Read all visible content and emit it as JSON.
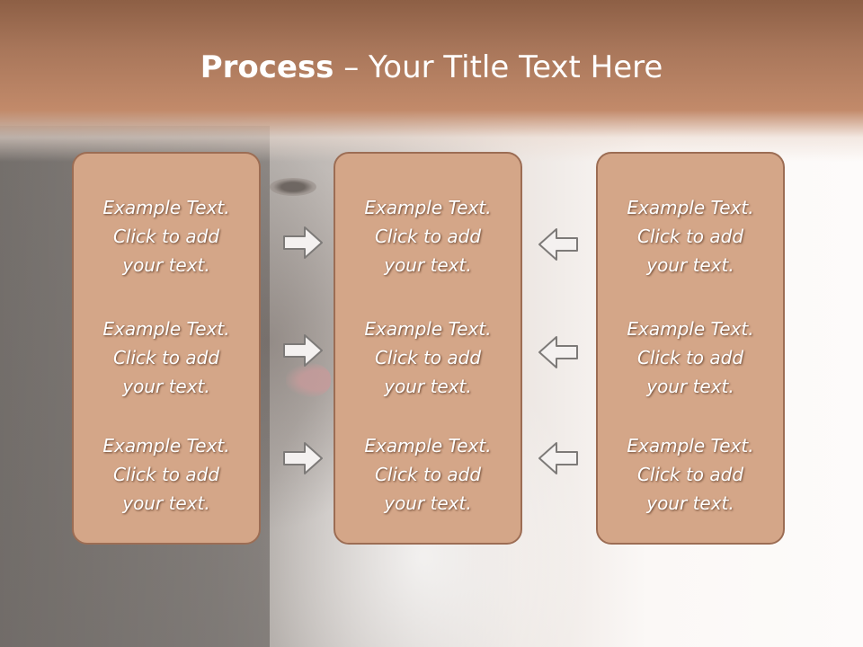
{
  "slide": {
    "title_bold": "Process",
    "title_rest": " – Your Title Text Here"
  },
  "columns": [
    {
      "items": [
        {
          "line1": "Example Text.",
          "line2": "Click  to add",
          "line3": "your text."
        },
        {
          "line1": "Example Text.",
          "line2": "Click  to add",
          "line3": "your text."
        },
        {
          "line1": "Example Text.",
          "line2": "Click  to add",
          "line3": "your text."
        }
      ]
    },
    {
      "items": [
        {
          "line1": "Example Text.",
          "line2": "Click  to add",
          "line3": "your text."
        },
        {
          "line1": "Example Text.",
          "line2": "Click  to add",
          "line3": "your text."
        },
        {
          "line1": "Example Text.",
          "line2": "Click  to add",
          "line3": "your text."
        }
      ]
    },
    {
      "items": [
        {
          "line1": "Example Text.",
          "line2": "Click  to add",
          "line3": "your text."
        },
        {
          "line1": "Example Text.",
          "line2": "Click  to add",
          "line3": "your text."
        },
        {
          "line1": "Example Text.",
          "line2": "Click  to add",
          "line3": "your text."
        }
      ]
    }
  ],
  "icons": {
    "left_arrows": "arrow-right-icon",
    "right_arrows": "arrow-left-icon"
  },
  "colors": {
    "title_band": "#c28a6a",
    "box_fill": "#d4a688",
    "box_border": "#9c6d54",
    "text": "#ffffff"
  }
}
